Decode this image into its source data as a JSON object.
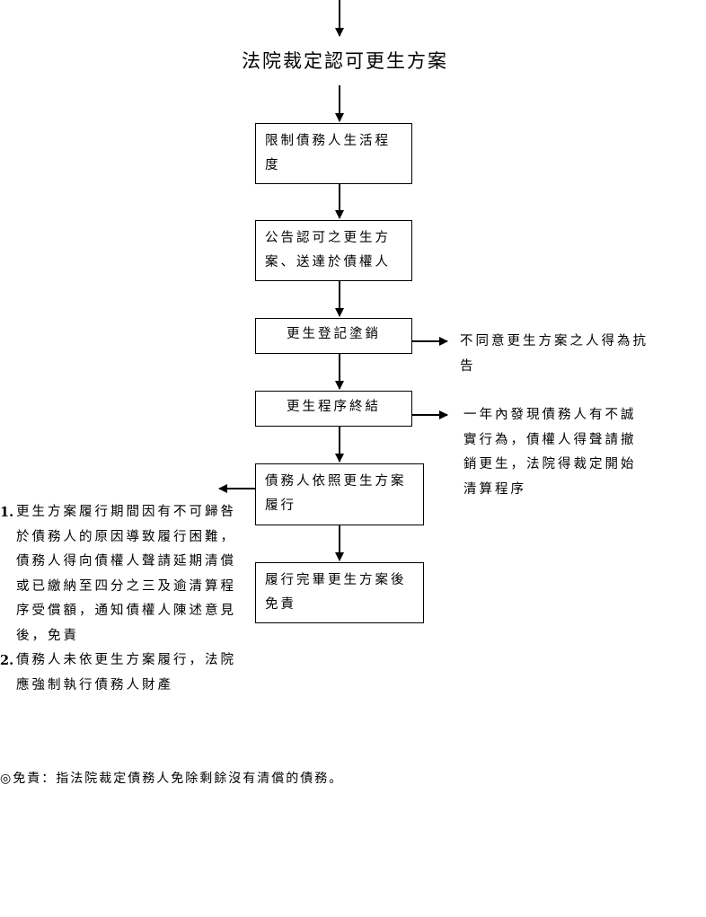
{
  "title": "法院裁定認可更生方案",
  "steps": [
    {
      "text": "限制債務人生活程度"
    },
    {
      "text": "公告認可之更生方案、送達於債權人"
    },
    {
      "text": "更生登記塗銷"
    },
    {
      "text": "更生程序終結"
    },
    {
      "text": "債務人依照更生方案履行"
    },
    {
      "text": "履行完畢更生方案後免責"
    }
  ],
  "side_notes": {
    "appeal": "不同意更生方案之人得為抗告",
    "revoke": "一年內發現債務人有不誠實行為，債權人得聲請撤銷更生，法院得裁定開始清算程序"
  },
  "performance_notes": [
    {
      "num": "1.",
      "text": "更生方案履行期間因有不可歸咎於債務人的原因導致履行困難，債務人得向債權人聲請延期清償或已繳納至四分之三及逾清算程序受償額，通知債權人陳述意見後，免責"
    },
    {
      "num": "2.",
      "text": "債務人未依更生方案履行，法院應強制執行債務人財產"
    }
  ],
  "footnote": "◎免責：指法院裁定債務人免除剩餘沒有清償的債務。"
}
